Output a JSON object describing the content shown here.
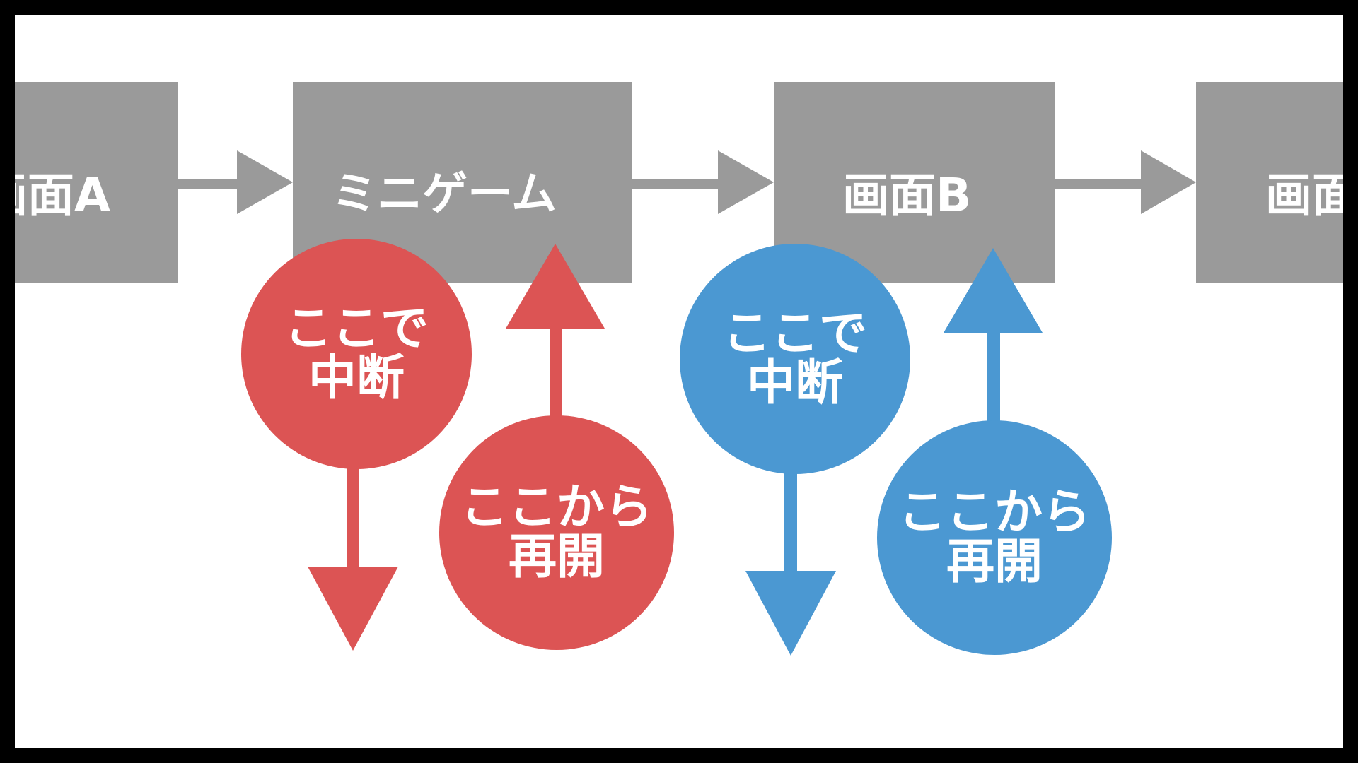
{
  "flow": {
    "screen_a": "画面A",
    "minigame": "ミニゲーム",
    "screen_b": "画面B",
    "next": "画面"
  },
  "minigame_markers": {
    "pause": "ここで\n中断",
    "resume": "ここから\n再開"
  },
  "screen_b_markers": {
    "pause": "ここで\n中断",
    "resume": "ここから\n再開"
  },
  "colors": {
    "box": "#9a9a9a",
    "flow_arrow": "#9a9a9a",
    "minigame_marker": "#dc5454",
    "screen_b_marker": "#4b98d2",
    "text": "#ffffff"
  }
}
